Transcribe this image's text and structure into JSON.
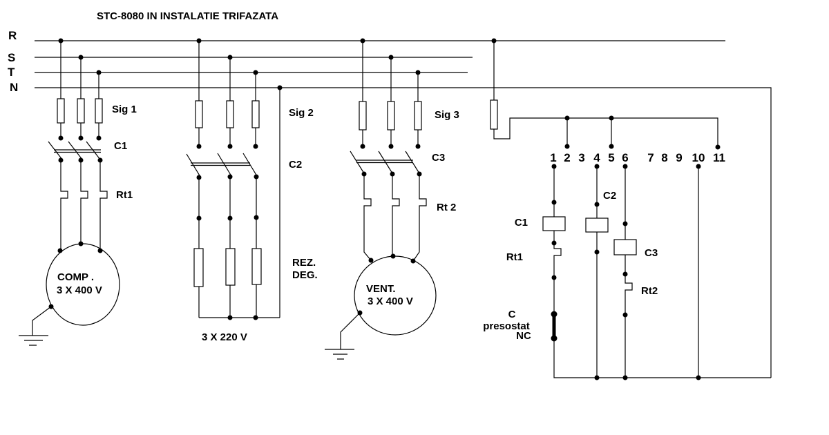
{
  "title": "STC-8080 IN INSTALATIE TRIFAZATA",
  "rails": {
    "r": "R",
    "s": "S",
    "t": "T",
    "n": "N"
  },
  "branch1": {
    "fuse": "Sig 1",
    "contactor": "C1",
    "relay": "Rt1",
    "motor_name": "COMP .",
    "motor_voltage": "3 X 400 V"
  },
  "branch2": {
    "fuse": "Sig 2",
    "contactor": "C2",
    "load_line1": "REZ.",
    "load_line2": "DEG.",
    "voltage": "3 X 220 V"
  },
  "branch3": {
    "fuse": "Sig 3",
    "contactor": "C3",
    "relay": "Rt 2",
    "motor_name": "VENT.",
    "motor_voltage": "3 X 400 V"
  },
  "control": {
    "terminals": [
      "1",
      "2",
      "3",
      "4",
      "5",
      "6",
      "7",
      "8",
      "9",
      "10",
      "11"
    ],
    "coil1": "C1",
    "coil2": "C2",
    "coil3": "C3",
    "relay1": "Rt1",
    "relay2": "Rt2",
    "pressostat_line1": "C",
    "pressostat_line2": "presostat",
    "pressostat_line3": "NC"
  },
  "colors": {
    "ink": "#000000",
    "background": "#ffffff"
  }
}
